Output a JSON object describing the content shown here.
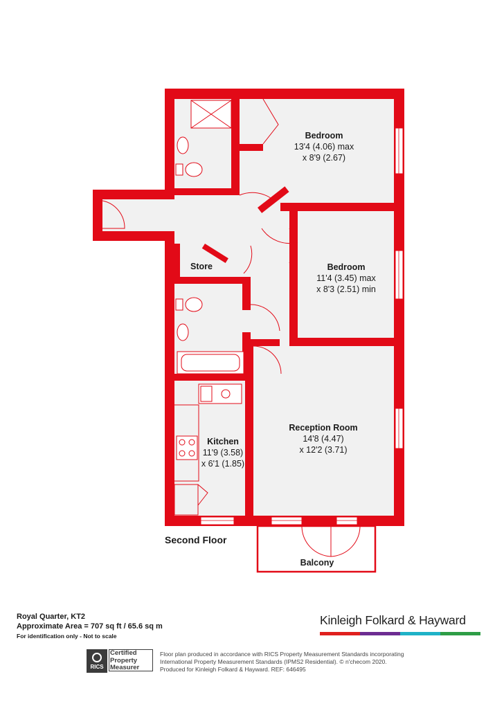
{
  "rooms": {
    "bedroom1": {
      "name": "Bedroom",
      "dim1": "13'4 (4.06) max",
      "dim2": "x 8'9 (2.67)"
    },
    "bedroom2": {
      "name": "Bedroom",
      "dim1": "11'4 (3.45) max",
      "dim2": "x 8'3 (2.51) min"
    },
    "store": {
      "name": "Store"
    },
    "reception": {
      "name": "Reception Room",
      "dim1": "14'8 (4.47)",
      "dim2": "x 12'2 (3.71)"
    },
    "kitchen": {
      "name": "Kitchen",
      "dim1": "11'9 (3.58)",
      "dim2": "x 6'1 (1.85)"
    },
    "balcony": {
      "name": "Balcony"
    }
  },
  "floor_label": "Second Floor",
  "property": {
    "address": "Royal Quarter, KT2",
    "area": "Approximate Area = 707 sq ft / 65.6 sq m",
    "note": "For identification only - Not to scale"
  },
  "brand": {
    "name": "Kinleigh Folkard & Hayward",
    "bar_colors": [
      "#e0201e",
      "#6c2c91",
      "#1fb2c7",
      "#2e9d46"
    ]
  },
  "rics": {
    "logo_text": "RICS",
    "badge_line1": "Certified",
    "badge_line2": "Property",
    "badge_line3": "Measurer"
  },
  "disclaimer": {
    "line1": "Floor plan produced in accordance with RICS Property Measurement Standards incorporating",
    "line2": "International Property Measurement Standards (IPMS2 Residential).  © n'checom 2020.",
    "line3": "Produced for Kinleigh Folkard & Hayward.   REF: 646495"
  },
  "colors": {
    "wall": "#e20a17",
    "floor": "#f1f1f1",
    "fixture": "#e20a17"
  }
}
